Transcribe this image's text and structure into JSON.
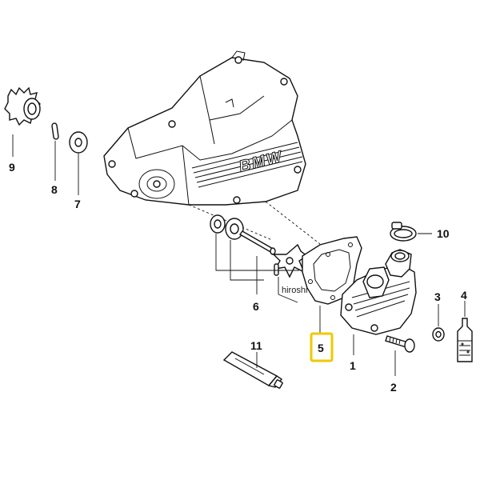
{
  "brand_text": "BMW",
  "watermark": "hiroshi",
  "highlight_color": "#F0C800",
  "labels": {
    "p1": "1",
    "p2": "2",
    "p3": "3",
    "p4": "4",
    "p5": "5",
    "p6": "6",
    "p7": "7",
    "p8": "8",
    "p9": "9",
    "p10": "10",
    "p11": "11"
  }
}
